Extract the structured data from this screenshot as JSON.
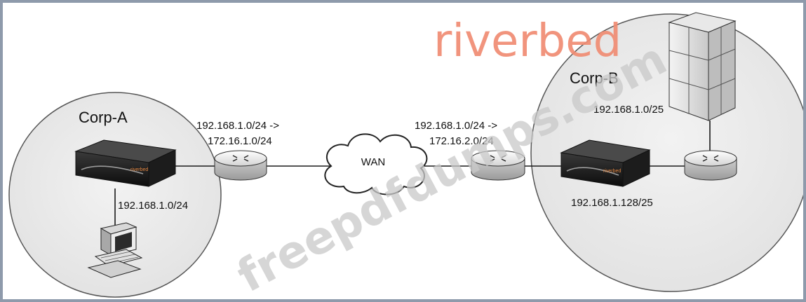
{
  "sites": {
    "a": {
      "name": "Corp-A",
      "subnet": "192.168.1.0/24"
    },
    "b": {
      "name": "Corp-B",
      "server_subnet": "192.168.1.0/25",
      "steelhead_subnet": "192.168.1.128/25"
    }
  },
  "routes": {
    "a": {
      "line1": "192.168.1.0/24 ->",
      "line2": "172.16.1.0/24"
    },
    "b": {
      "line1": "192.168.1.0/24 ->",
      "line2": "172.16.2.0/24"
    }
  },
  "wan": {
    "label": "WAN"
  },
  "device_badge": "riverbed",
  "watermarks": {
    "brand": "riverbed",
    "site": "freepdfdumps.com"
  }
}
